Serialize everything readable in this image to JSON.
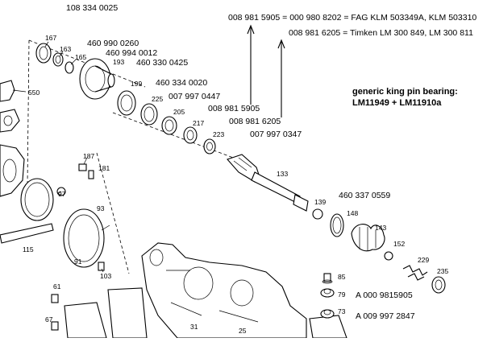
{
  "top_notes": {
    "line1": "008 981 5905 = 000 980 8202 = FAG KLM 503349A, KLM 503310",
    "line2": "008 981 6205 = Timken LM 300 849, LM 300 811"
  },
  "generic_note": {
    "line1": "generic king pin bearing:",
    "line2": "LM11949 + LM11910a"
  },
  "part_numbers": {
    "p1083340025": "108 334 0025",
    "p4609900260": "460 990 0260",
    "p4609940012": "460 994 0012",
    "p4603300425": "460 330 0425",
    "p4603340020": "460 334 0020",
    "p0079970447": "007 997 0447",
    "p0089815905": "008 981 5905",
    "p0089816205": "008 981 6205",
    "p0079970347": "007 997 0347",
    "p4603370559": "460 337 0559",
    "pA0009815905": "A 000 9815905",
    "pA0099972847": "A 009 997 2847"
  },
  "callouts": {
    "c167": "167",
    "c163": "163",
    "c165": "165",
    "c193": "193",
    "c550": "550",
    "c199": "199",
    "c225": "225",
    "c205": "205",
    "c217": "217",
    "c223": "223",
    "c187": "187",
    "c181": "181",
    "c97": "97",
    "c133": "133",
    "c139": "139",
    "c148": "148",
    "c143": "143",
    "c152": "152",
    "c229": "229",
    "c235": "235",
    "c93": "93",
    "c115": "115",
    "c91": "91",
    "c103": "103",
    "c85": "85",
    "c79": "79",
    "c73": "73",
    "c61": "61",
    "c67": "67",
    "c31": "31",
    "c25": "25"
  }
}
